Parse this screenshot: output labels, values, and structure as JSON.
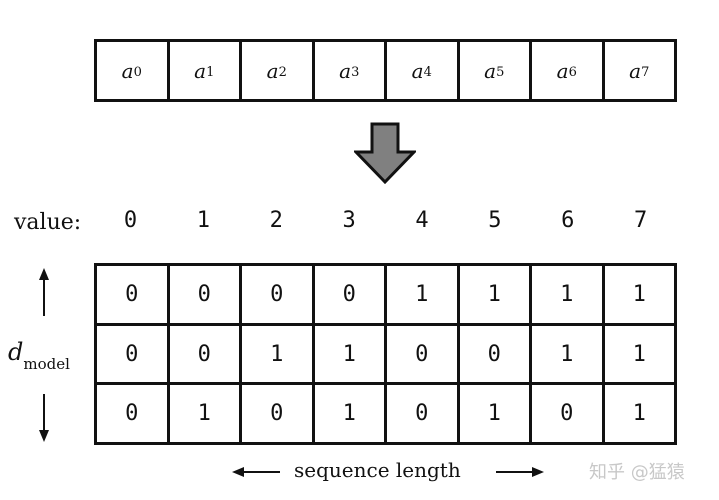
{
  "sequence": [
    {
      "base": "a",
      "sub": "0"
    },
    {
      "base": "a",
      "sub": "1"
    },
    {
      "base": "a",
      "sub": "2"
    },
    {
      "base": "a",
      "sub": "3"
    },
    {
      "base": "a",
      "sub": "4"
    },
    {
      "base": "a",
      "sub": "5"
    },
    {
      "base": "a",
      "sub": "6"
    },
    {
      "base": "a",
      "sub": "7"
    }
  ],
  "value_label": "value:",
  "values": [
    "0",
    "1",
    "2",
    "3",
    "4",
    "5",
    "6",
    "7"
  ],
  "matrix": [
    [
      "0",
      "0",
      "0",
      "0",
      "1",
      "1",
      "1",
      "1"
    ],
    [
      "0",
      "0",
      "1",
      "1",
      "0",
      "0",
      "1",
      "1"
    ],
    [
      "0",
      "1",
      "0",
      "1",
      "0",
      "1",
      "0",
      "1"
    ]
  ],
  "dmodel": {
    "base": "d",
    "sub": "model"
  },
  "seq_length_label": "sequence length",
  "watermark": "知乎 @猛猿",
  "icons": {
    "transform": "gray-down-arrow-icon",
    "up": "up-arrow-icon",
    "down": "down-arrow-icon",
    "left": "left-arrow-icon",
    "right": "right-arrow-icon"
  },
  "colors": {
    "stroke": "#111111",
    "transform_arrow_fill": "#808080",
    "watermark": "#c8c8c8"
  }
}
